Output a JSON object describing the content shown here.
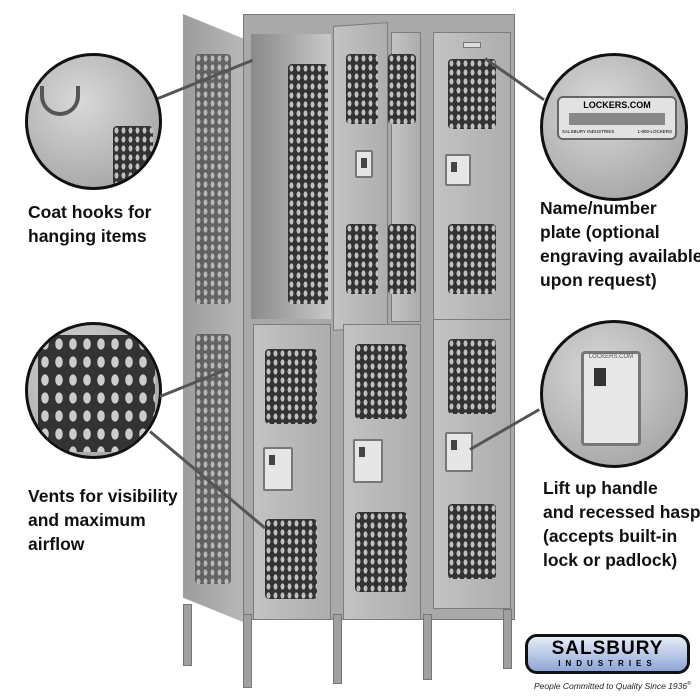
{
  "callouts": {
    "coat_hooks": {
      "lines": [
        "Coat hooks for",
        "hanging items"
      ]
    },
    "vents": {
      "lines": [
        "Vents for visibility",
        "and maximum",
        "airflow"
      ]
    },
    "nameplate": {
      "lines": [
        "Name/number",
        "plate (optional",
        "engraving available",
        "upon request)"
      ],
      "plate_title": "LOCKERS.COM",
      "plate_sub_left": "SALSBURY INDUSTRIES",
      "plate_sub_right": "1-800-LOCKERS"
    },
    "handle": {
      "lines": [
        "Lift up handle",
        "and recessed hasp",
        "(accepts built-in",
        "lock or padlock)"
      ],
      "plate_text": "LOCKERS.COM"
    }
  },
  "brand": {
    "name": "SALSBURY",
    "sub": "INDUSTRIES",
    "tagline": "People Committed to Quality Since 1936",
    "registered": "®"
  }
}
